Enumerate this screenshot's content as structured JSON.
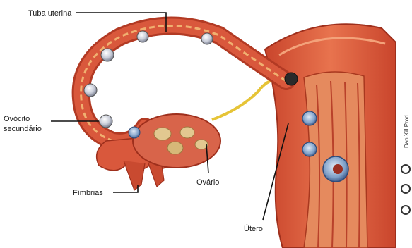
{
  "labels": {
    "tube": "Tuba uterina",
    "oocyte": "Ovócito secundário",
    "fimbriae": "Fímbrias",
    "ovary": "Ovário",
    "uterus": "Útero"
  },
  "credit": "Dan Xill Prod",
  "colors": {
    "tissue": "#d9583c",
    "tissue_dark": "#b23a24",
    "lumen": "#f0a070",
    "ligament": "#e6c437",
    "background": "#ffffff"
  }
}
